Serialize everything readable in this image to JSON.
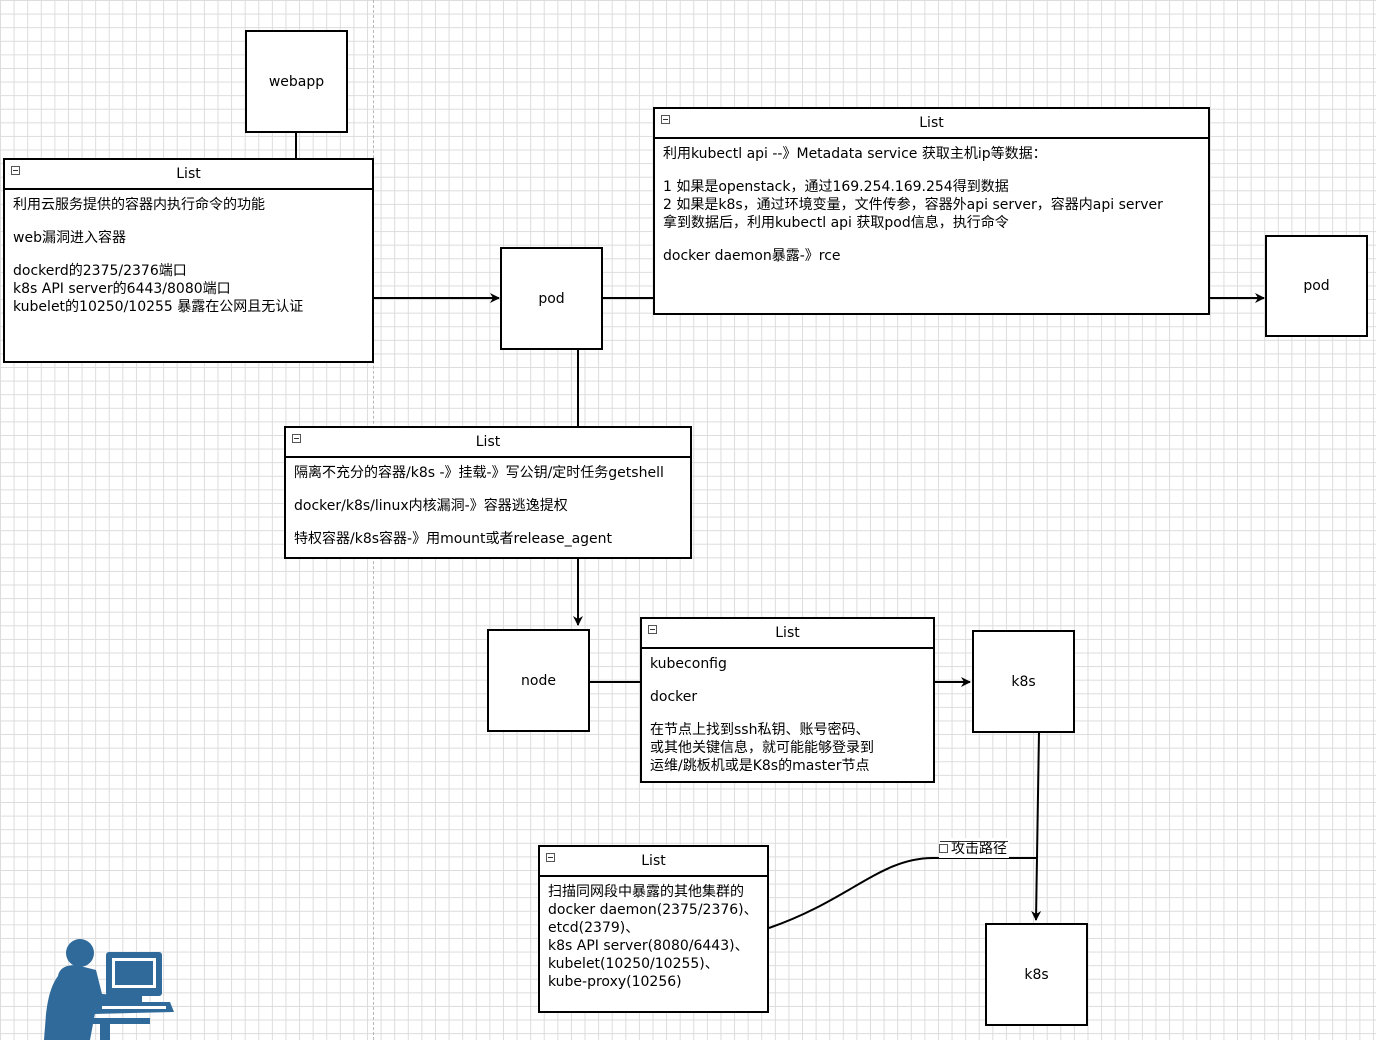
{
  "nodes": {
    "webapp": "webapp",
    "pod_left": "pod",
    "pod_right": "pod",
    "node": "node",
    "k8s_top": "k8s",
    "k8s_bottom": "k8s"
  },
  "list_webapp": {
    "title": "List",
    "lines": [
      "利用云服务提供的容器内执行命令的功能",
      "",
      "web漏洞进入容器",
      "",
      "dockerd的2375/2376端口",
      "k8s API server的6443/8080端口",
      "kubelet的10250/10255 暴露在公网且无认证"
    ]
  },
  "list_metadata": {
    "title": "List",
    "lines": [
      "利用kubectl api  --》Metadata service 获取主机ip等数据：",
      "",
      "1 如果是openstack，通过169.254.169.254得到数据",
      "2 如果是k8s，通过环境变量，文件传参，容器外api server，容器内api server",
      "拿到数据后，利用kubectl api 获取pod信息，执行命令",
      "",
      "docker daemon暴露-》rce"
    ]
  },
  "list_escape": {
    "title": "List",
    "lines": [
      "隔离不充分的容器/k8s -》挂载-》写公钥/定时任务getshell",
      "",
      "docker/k8s/linux内核漏洞-》容器逃逸提权",
      "",
      "特权容器/k8s容器-》用mount或者release_agent"
    ]
  },
  "list_node": {
    "title": "List",
    "lines": [
      "kubeconfig",
      "",
      "docker",
      "",
      "在节点上找到ssh私钥、账号密码、",
      "或其他关键信息，就可能能够登录到",
      "运维/跳板机或是K8s的master节点"
    ]
  },
  "list_cluster": {
    "title": "List",
    "lines": [
      "扫描同网段中暴露的其他集群的",
      "docker daemon(2375/2376)、",
      "etcd(2379)、",
      "k8s API server(8080/6443)、",
      "kubelet(10250/10255)、",
      "kube-proxy(10256)"
    ]
  },
  "edge_label": "攻击路径",
  "icons": [
    "collapse-icon",
    "person-computer-icon"
  ],
  "colors": {
    "lines": "#000000",
    "grid": "#dcdcdc",
    "person": "#2f6a9a"
  }
}
